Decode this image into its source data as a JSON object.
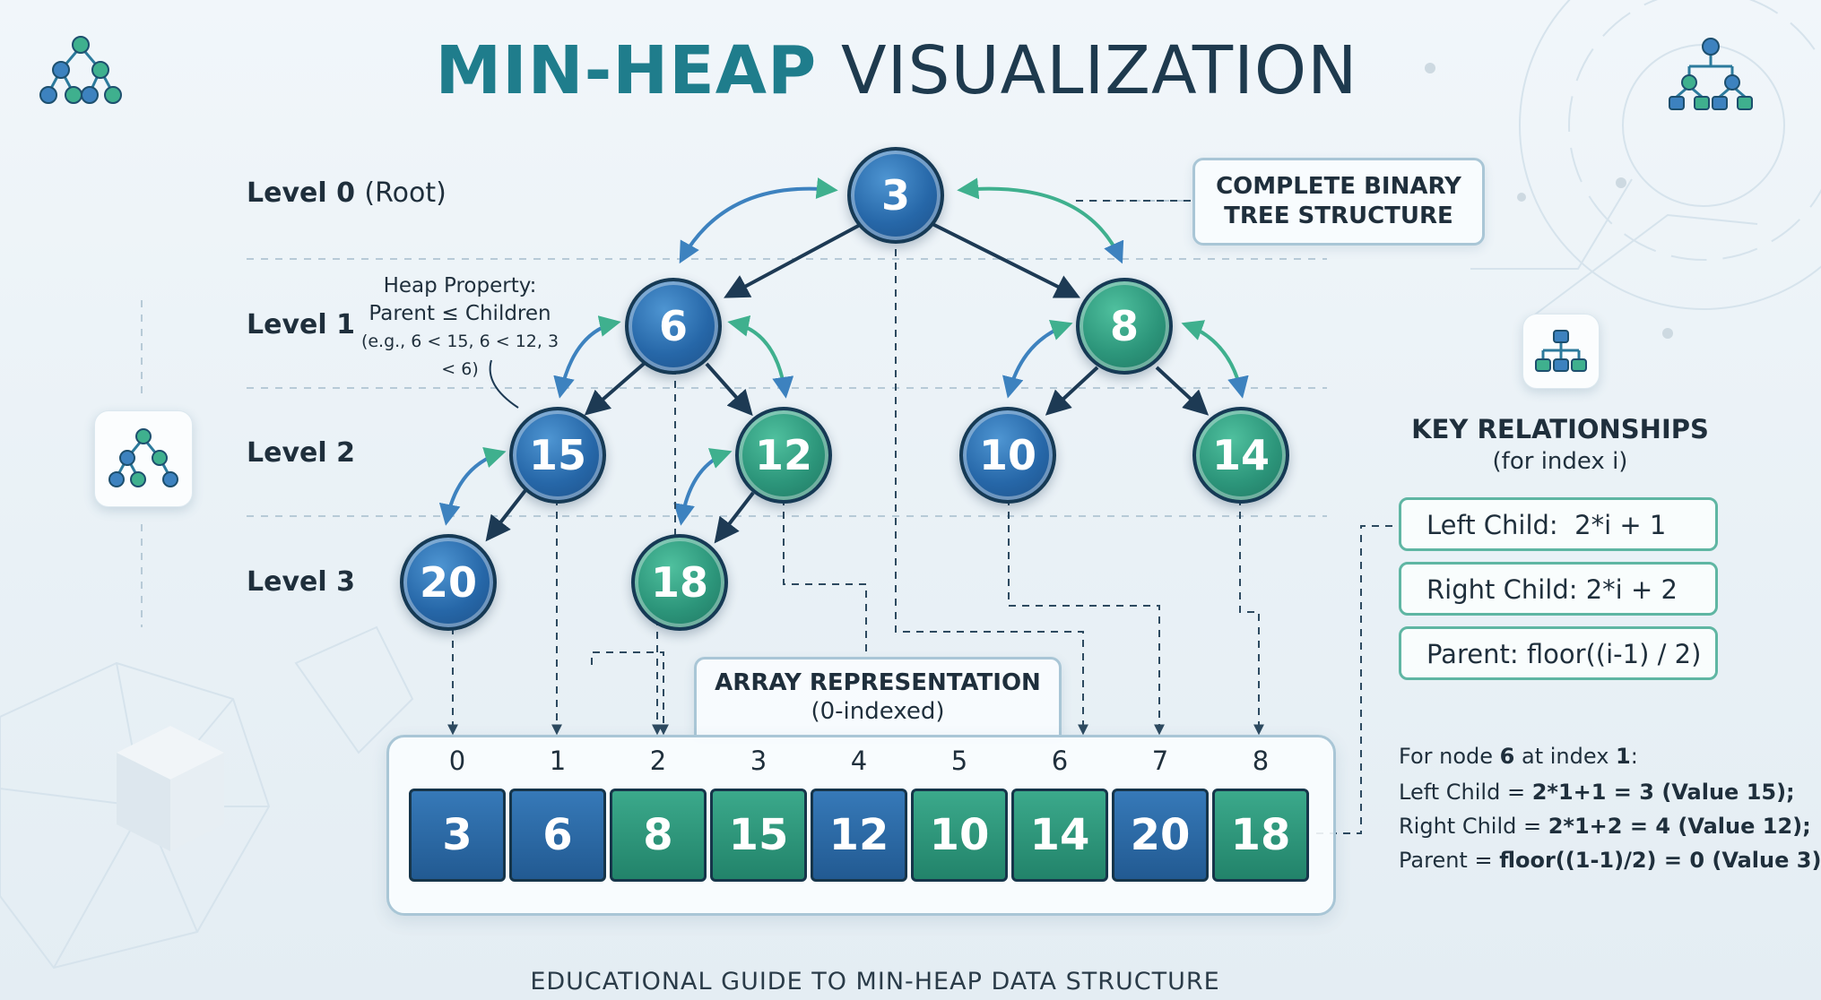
{
  "title": {
    "accent": "MIN-HEAP",
    "rest": "VISUALIZATION"
  },
  "levels": [
    {
      "label": "Level 0",
      "paren": "(Root)"
    },
    {
      "label": "Level 1",
      "paren": ""
    },
    {
      "label": "Level 2",
      "paren": ""
    },
    {
      "label": "Level 3",
      "paren": ""
    }
  ],
  "heap_property": {
    "line1": "Heap Property:",
    "line2": "Parent ≤ Children",
    "line3": "(e.g., 6 < 15, 6 < 12, 3 < 6)"
  },
  "tree_structure_label": {
    "line1": "COMPLETE BINARY",
    "line2": "TREE STRUCTURE"
  },
  "nodes": [
    {
      "value": "3",
      "color": "blue"
    },
    {
      "value": "6",
      "color": "blue"
    },
    {
      "value": "8",
      "color": "green"
    },
    {
      "value": "15",
      "color": "blue"
    },
    {
      "value": "12",
      "color": "green"
    },
    {
      "value": "10",
      "color": "blue"
    },
    {
      "value": "14",
      "color": "green"
    },
    {
      "value": "20",
      "color": "blue"
    },
    {
      "value": "18",
      "color": "green"
    }
  ],
  "array_label": {
    "line1": "ARRAY REPRESENTATION",
    "line2": "(0-indexed)"
  },
  "array": {
    "indices": [
      "0",
      "1",
      "2",
      "3",
      "4",
      "5",
      "6",
      "7",
      "8"
    ],
    "values": [
      "3",
      "6",
      "8",
      "15",
      "12",
      "10",
      "14",
      "20",
      "18"
    ],
    "colors": [
      "blue",
      "blue",
      "green",
      "green",
      "blue",
      "green",
      "green",
      "blue",
      "green"
    ]
  },
  "key_relationships": {
    "title": "KEY RELATIONSHIPS",
    "subtitle": "(for index i)",
    "items": [
      "Left Child:  2*i + 1",
      "Right Child: 2*i + 2",
      "Parent: floor((i-1) / 2)"
    ]
  },
  "example": {
    "l1_a": "For node ",
    "l1_b": "6",
    "l1_c": " at index ",
    "l1_d": "1",
    "l1_e": ":",
    "l2_a": "Left Child = ",
    "l2_b": "2*1+1 = 3 (Value 15);",
    "l3_a": "Right Child = ",
    "l3_b": "2*1+2 = 4 (Value 12);",
    "l4_a": "Parent = ",
    "l4_b": "floor((1-1)/2) = 0 (Value 3)"
  },
  "footer": "EDUCATIONAL GUIDE TO MIN-HEAP DATA STRUCTURE",
  "colors": {
    "node_blue": "#2667a8",
    "node_green": "#2c957a",
    "title_accent": "#1f7d8c",
    "arrow": "#1d3a54",
    "swap_arrow_blue": "#3d82bf",
    "swap_arrow_green": "#3fb08e"
  }
}
